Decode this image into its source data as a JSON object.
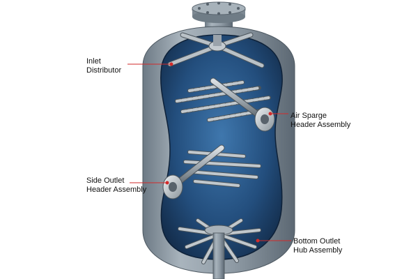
{
  "callouts": {
    "inlet_distributor": {
      "line1": "Inlet",
      "line2": "Distributor"
    },
    "air_sparge_header": {
      "line1": "Air Sparge",
      "line2": "Header Assembly"
    },
    "side_outlet_header": {
      "line1": "Side Outlet",
      "line2": "Header Assembly"
    },
    "bottom_outlet_hub": {
      "line1": "Bottom Outlet",
      "line2": "Hub Assembly"
    }
  },
  "colors": {
    "vessel_shell": "#8b98a3",
    "vessel_interior": "#1f3f66",
    "interior_highlight": "#3a6b9c",
    "pipe_metal": "#9aa3ab",
    "leader_line": "#d22a2a",
    "label_text": "#111111"
  }
}
